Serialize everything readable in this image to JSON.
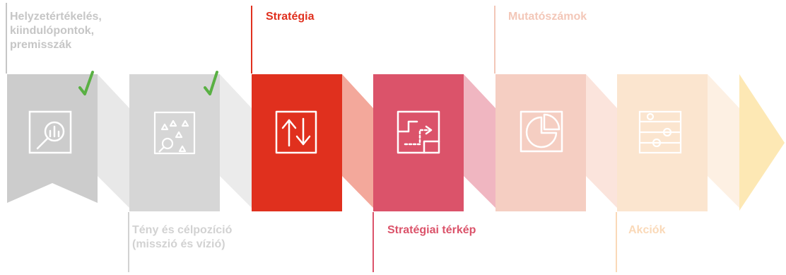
{
  "steps": [
    {
      "label": "Helyzetértékelés,\nkiindulópontok,\npremisszák",
      "icon": "magnifier-chart-icon",
      "done": true,
      "color": "#cccccc",
      "connector_color": "#e8e8e8",
      "label_color": "#c6c6c6"
    },
    {
      "label": "Tény és célpozíció\n(misszió és vízió)",
      "icon": "target-triangles-icon",
      "done": true,
      "color": "#d6d6d6",
      "connector_color": "#ebebeb",
      "label_color": "#d2d2d2"
    },
    {
      "label": "Stratégia",
      "icon": "up-down-arrows-icon",
      "done": false,
      "color": "#e0301e",
      "connector_color": "#f3a89b",
      "label_color": "#e0301e"
    },
    {
      "label": "Stratégiai térkép",
      "icon": "strategy-map-icon",
      "done": false,
      "color": "#db536a",
      "connector_color": "#f0b6c1",
      "label_color": "#db536a"
    },
    {
      "label": "Mutatószámok",
      "icon": "pie-chart-icon",
      "done": false,
      "color": "#f5cec2",
      "connector_color": "#fbe4dc",
      "label_color": "#f3c7b8"
    },
    {
      "label": "Akciók",
      "icon": "settings-gears-icon",
      "done": false,
      "color": "#fbe5cf",
      "connector_color": "#fdf0e3",
      "label_color": "#fad9b8"
    }
  ],
  "final_arrow_color": "#fde8b4",
  "check_color": "#59b043",
  "icon_stroke_color": "#ffffff"
}
